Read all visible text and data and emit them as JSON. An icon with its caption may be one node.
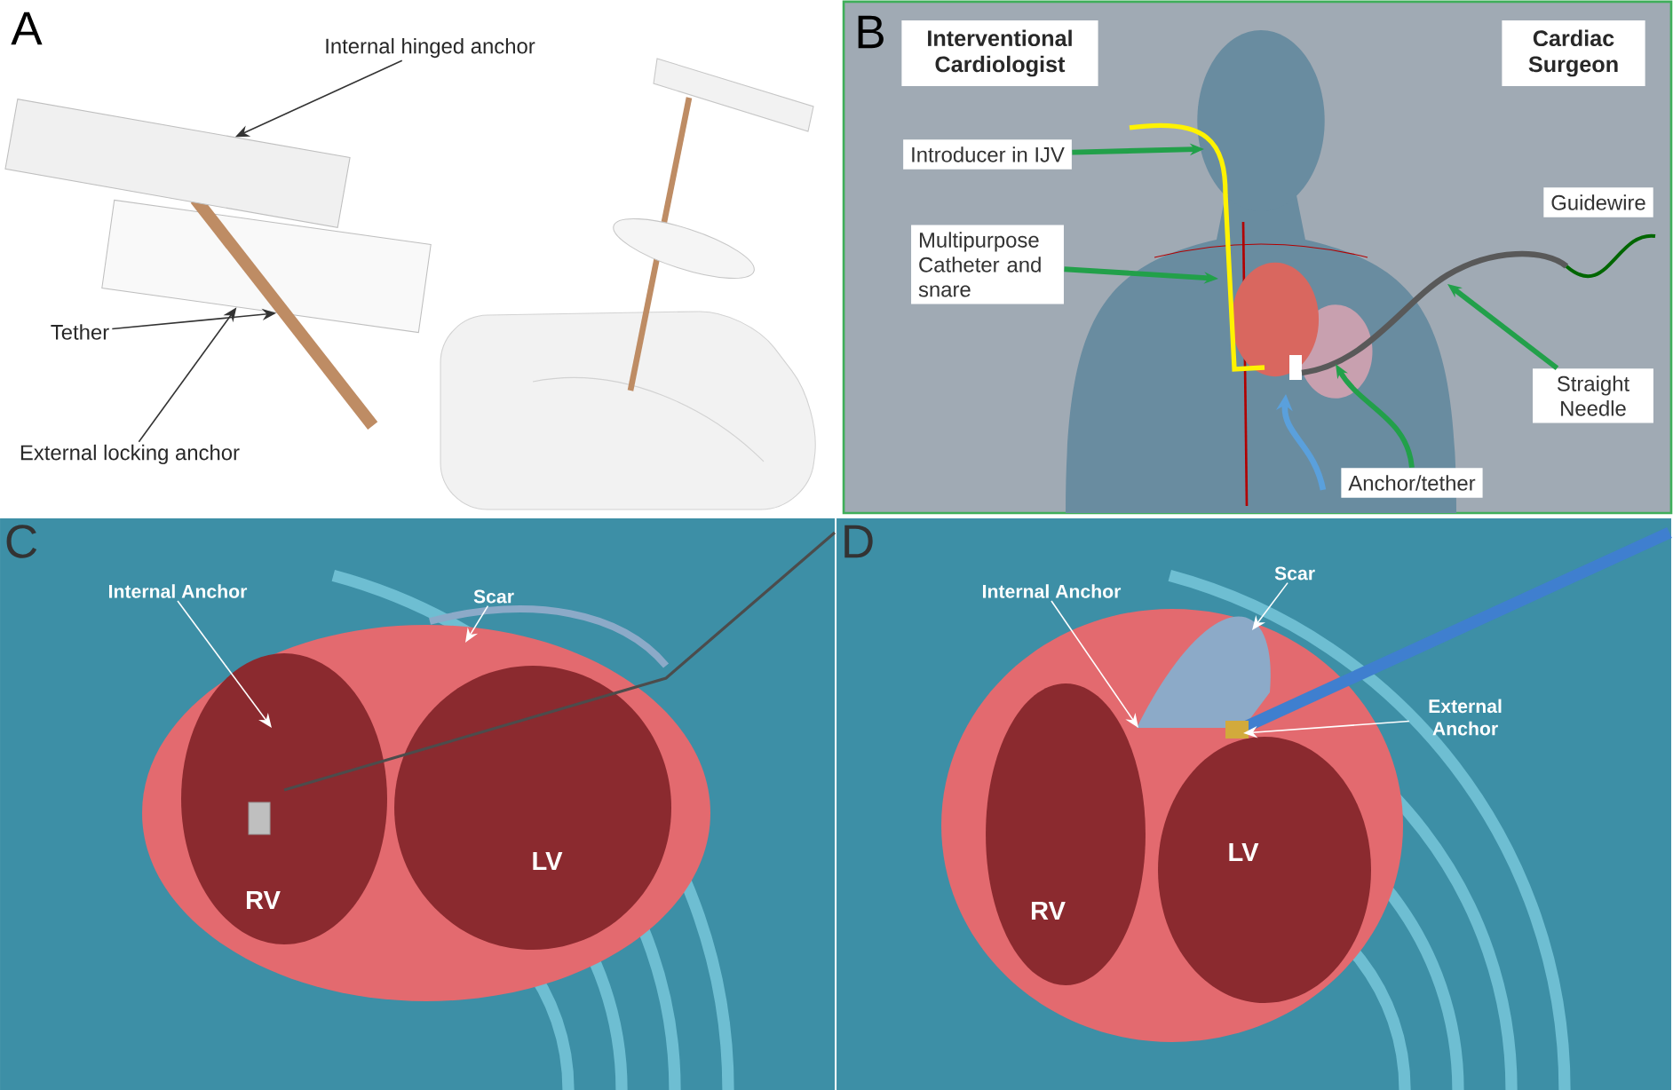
{
  "diagram": {
    "nodes": [
      {
        "text": [
          "Internal hinged anchor"
        ]
      },
      {
        "text": [
          "Tether"
        ]
      },
      {
        "text": [
          "External locking anchor"
        ]
      },
      {
        "text": [
          "Interventional Cardiologist"
        ]
      },
      {
        "text": [
          "Cardiac Surgeon"
        ]
      },
      {
        "text": [
          "Introducer in IJV"
        ]
      },
      {
        "text": [
          "Multipurpose Catheter and snare"
        ]
      },
      {
        "text": [
          "Guidewire"
        ]
      },
      {
        "text": [
          "Straight Needle"
        ]
      },
      {
        "text": [
          "Anchor/tether"
        ]
      },
      {
        "text": [
          "Internal Anchor"
        ]
      },
      {
        "text": [
          "Scar"
        ]
      },
      {
        "text": [
          "Internal Anchor"
        ]
      },
      {
        "text": [
          "Scar"
        ]
      },
      {
        "text": [
          "External Anchor"
        ]
      },
      {
        "text": [],
        "shape": "box"
      },
      {
        "text": [],
        "shape": "bar"
      },
      {
        "text": [],
        "shape": "box"
      },
      {
        "text": [],
        "shape": "person"
      }
    ],
    "edges": [
      {
        "from": 0,
        "to": 15,
        "arrow": "to",
        "color": "#333333"
      },
      {
        "from": 1,
        "to": 16,
        "arrow": "to",
        "color": "#333333"
      },
      {
        "from": 2,
        "to": 17,
        "arrow": "to",
        "color": "#333333"
      },
      {
        "from": 5,
        "to": 18,
        "arrow": "to",
        "style": "thick",
        "color": "#22a04a"
      },
      {
        "from": 6,
        "to": 18,
        "arrow": "to",
        "style": "thick",
        "color": "#22a04a"
      },
      {
        "from": 8,
        "to": 18,
        "arrow": "to",
        "style": "thick",
        "color": "#22a04a"
      },
      {
        "from": 9,
        "to": 18,
        "arrow": "to",
        "style": "thick",
        "color": "#22a04a"
      },
      {
        "from": 10,
        "to": null,
        "arrow": "to"
      },
      {
        "from": 11,
        "to": null,
        "arrow": "to"
      },
      {
        "from": 12,
        "to": null,
        "arrow": "to"
      },
      {
        "from": 13,
        "to": null,
        "arrow": "to"
      },
      {
        "from": 14,
        "to": null,
        "arrow": "to"
      }
    ],
    "labels": [
      "A",
      "B",
      "C",
      "RV",
      "LV",
      "D",
      "RV",
      "LV"
    ]
  }
}
